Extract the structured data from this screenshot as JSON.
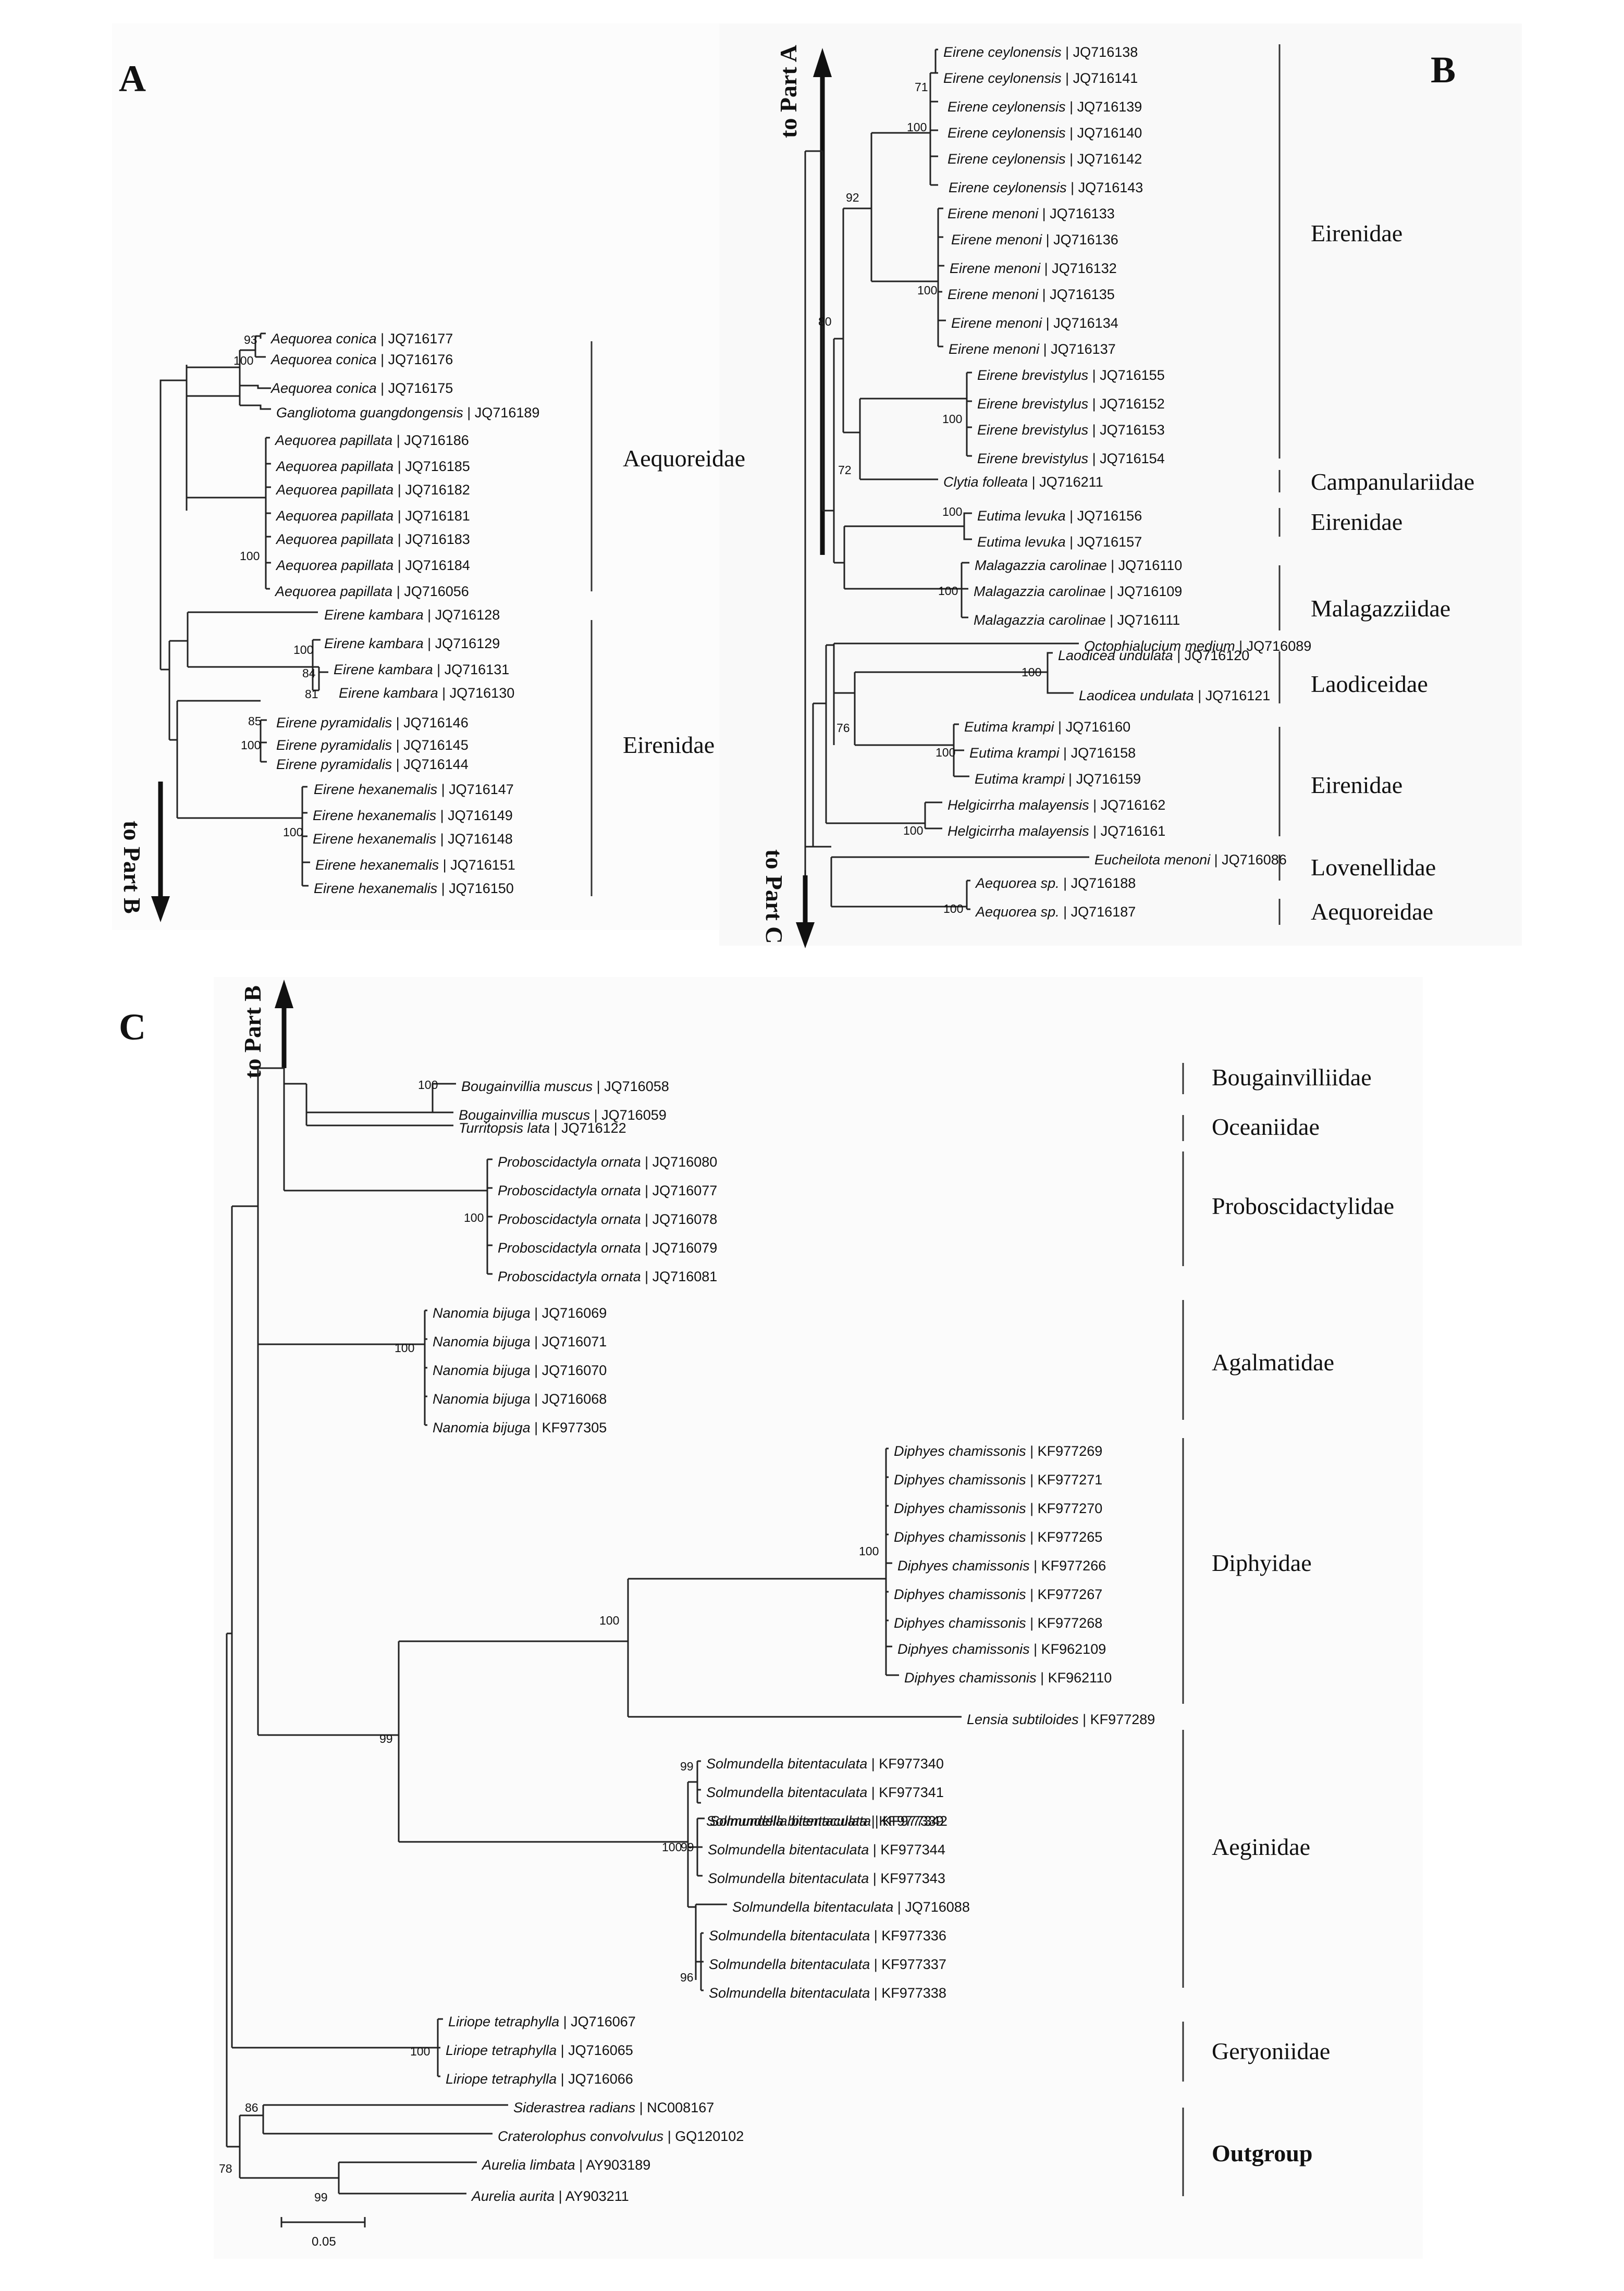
{
  "panels": {
    "A": {
      "label": "A",
      "arrow_label": "to Part B",
      "taxa": [
        {
          "sp": "Aequorea conica",
          "acc": "JQ716177"
        },
        {
          "sp": "Aequorea conica",
          "acc": "JQ716176"
        },
        {
          "sp": "Aequorea conica",
          "acc": "JQ716175"
        },
        {
          "sp": "Gangliotoma guangdongensis",
          "acc": "JQ716189"
        },
        {
          "sp": "Aequorea papillata",
          "acc": "JQ716186"
        },
        {
          "sp": "Aequorea papillata",
          "acc": "JQ716185"
        },
        {
          "sp": "Aequorea papillata",
          "acc": "JQ716182"
        },
        {
          "sp": "Aequorea papillata",
          "acc": "JQ716181"
        },
        {
          "sp": "Aequorea papillata",
          "acc": "JQ716183"
        },
        {
          "sp": "Aequorea papillata",
          "acc": "JQ716184"
        },
        {
          "sp": "Aequorea papillata",
          "acc": "JQ716056"
        },
        {
          "sp": "Eirene kambara",
          "acc": "JQ716128"
        },
        {
          "sp": "Eirene kambara",
          "acc": "JQ716129"
        },
        {
          "sp": "Eirene kambara",
          "acc": "JQ716131"
        },
        {
          "sp": "Eirene kambara",
          "acc": "JQ716130"
        },
        {
          "sp": "Eirene pyramidalis",
          "acc": "JQ716146"
        },
        {
          "sp": "Eirene pyramidalis",
          "acc": "JQ716145"
        },
        {
          "sp": "Eirene pyramidalis",
          "acc": "JQ716144"
        },
        {
          "sp": "Eirene hexanemalis",
          "acc": "JQ716147"
        },
        {
          "sp": "Eirene hexanemalis",
          "acc": "JQ716149"
        },
        {
          "sp": "Eirene hexanemalis",
          "acc": "JQ716148"
        },
        {
          "sp": "Eirene hexanemalis",
          "acc": "JQ716151"
        },
        {
          "sp": "Eirene hexanemalis",
          "acc": "JQ716150"
        }
      ],
      "bootstraps": [
        "93",
        "100",
        "100",
        "100",
        "84",
        "81",
        "85",
        "100",
        "100"
      ],
      "families": [
        "Aequoreidae",
        "Eirenidae"
      ]
    },
    "B": {
      "label": "B",
      "arrow_up_label": "to Part A",
      "arrow_down_label": "to Part C",
      "taxa": [
        {
          "sp": "Eirene ceylonensis",
          "acc": "JQ716138"
        },
        {
          "sp": "Eirene ceylonensis",
          "acc": "JQ716141"
        },
        {
          "sp": "Eirene ceylonensis",
          "acc": "JQ716139"
        },
        {
          "sp": "Eirene ceylonensis",
          "acc": "JQ716140"
        },
        {
          "sp": "Eirene ceylonensis",
          "acc": "JQ716142"
        },
        {
          "sp": "Eirene ceylonensis",
          "acc": "JQ716143"
        },
        {
          "sp": "Eirene menoni",
          "acc": "JQ716133"
        },
        {
          "sp": "Eirene menoni",
          "acc": "JQ716136"
        },
        {
          "sp": "Eirene menoni",
          "acc": "JQ716132"
        },
        {
          "sp": "Eirene menoni",
          "acc": "JQ716135"
        },
        {
          "sp": "Eirene menoni",
          "acc": "JQ716134"
        },
        {
          "sp": "Eirene menoni",
          "acc": "JQ716137"
        },
        {
          "sp": "Eirene brevistylus",
          "acc": "JQ716155"
        },
        {
          "sp": "Eirene brevistylus",
          "acc": "JQ716152"
        },
        {
          "sp": "Eirene brevistylus",
          "acc": "JQ716153"
        },
        {
          "sp": "Eirene brevistylus",
          "acc": "JQ716154"
        },
        {
          "sp": "Clytia folleata",
          "acc": "JQ716211"
        },
        {
          "sp": "Eutima levuka",
          "acc": "JQ716156"
        },
        {
          "sp": "Eutima levuka",
          "acc": "JQ716157"
        },
        {
          "sp": "Malagazzia carolinae",
          "acc": "JQ716110"
        },
        {
          "sp": "Malagazzia carolinae",
          "acc": "JQ716109"
        },
        {
          "sp": "Malagazzia carolinae",
          "acc": "JQ716111"
        },
        {
          "sp": "Octophialucium medium",
          "acc": "JQ716089"
        },
        {
          "sp": "Laodicea undulata",
          "acc": "JQ716120"
        },
        {
          "sp": "Laodicea undulata",
          "acc": "JQ716121"
        },
        {
          "sp": "Eutima krampi",
          "acc": "JQ716160"
        },
        {
          "sp": "Eutima krampi",
          "acc": "JQ716158"
        },
        {
          "sp": "Eutima krampi",
          "acc": "JQ716159"
        },
        {
          "sp": "Helgicirrha malayensis",
          "acc": "JQ716162"
        },
        {
          "sp": "Helgicirrha malayensis",
          "acc": "JQ716161"
        },
        {
          "sp": "Eucheilota menoni",
          "acc": "JQ716086"
        },
        {
          "sp": "Aequorea sp.",
          "acc": "JQ716188"
        },
        {
          "sp": "Aequorea sp.",
          "acc": "JQ716187"
        }
      ],
      "bootstraps": [
        "71",
        "100",
        "92",
        "100",
        "80",
        "100",
        "72",
        "100",
        "100",
        "100",
        "76",
        "100",
        "100",
        "100"
      ],
      "families": [
        "Eirenidae",
        "Campanulariidae",
        "Eirenidae",
        "Malagazziidae",
        "Laodiceidae",
        "Eirenidae",
        "Lovenellidae",
        "Aequoreidae"
      ]
    },
    "C": {
      "label": "C",
      "arrow_label": "to Part B",
      "taxa": [
        {
          "sp": "Bougainvillia muscus",
          "acc": "JQ716058"
        },
        {
          "sp": "Bougainvillia muscus",
          "acc": "JQ716059"
        },
        {
          "sp": "Turritopsis lata",
          "acc": "JQ716122"
        },
        {
          "sp": "Proboscidactyla ornata",
          "acc": "JQ716080"
        },
        {
          "sp": "Proboscidactyla ornata",
          "acc": "JQ716077"
        },
        {
          "sp": "Proboscidactyla ornata",
          "acc": "JQ716078"
        },
        {
          "sp": "Proboscidactyla ornata",
          "acc": "JQ716079"
        },
        {
          "sp": "Proboscidactyla ornata",
          "acc": "JQ716081"
        },
        {
          "sp": "Nanomia bijuga",
          "acc": "JQ716069"
        },
        {
          "sp": "Nanomia bijuga",
          "acc": "JQ716071"
        },
        {
          "sp": "Nanomia bijuga",
          "acc": "JQ716070"
        },
        {
          "sp": "Nanomia bijuga",
          "acc": "JQ716068"
        },
        {
          "sp": "Nanomia bijuga",
          "acc": "KF977305"
        },
        {
          "sp": "Diphyes chamissonis",
          "acc": "KF977269"
        },
        {
          "sp": "Diphyes chamissonis",
          "acc": "KF977271"
        },
        {
          "sp": "Diphyes chamissonis",
          "acc": "KF977270"
        },
        {
          "sp": "Diphyes chamissonis",
          "acc": "KF977265"
        },
        {
          "sp": "Diphyes chamissonis",
          "acc": "KF977266"
        },
        {
          "sp": "Diphyes chamissonis",
          "acc": "KF977267"
        },
        {
          "sp": "Diphyes chamissonis",
          "acc": "KF977268"
        },
        {
          "sp": "Diphyes chamissonis",
          "acc": "KF962109"
        },
        {
          "sp": "Diphyes chamissonis",
          "acc": "KF962110"
        },
        {
          "sp": "Lensia subtiloides",
          "acc": "KF977289"
        },
        {
          "sp": "Solmundella bitentaculata",
          "acc": "KF977340"
        },
        {
          "sp": "Solmundella bitentaculata",
          "acc": "KF977341"
        },
        {
          "sp": "Solmundella bitentaculata",
          "acc": "KF977339"
        },
        {
          "sp": "Solmundella bitentaculata",
          "acc": "KF977342"
        },
        {
          "sp": "Solmundella bitentaculata",
          "acc": "KF977344"
        },
        {
          "sp": "Solmundella bitentaculata",
          "acc": "KF977343"
        },
        {
          "sp": "Solmundella bitentaculata",
          "acc": "JQ716088"
        },
        {
          "sp": "Solmundella bitentaculata",
          "acc": "KF977336"
        },
        {
          "sp": "Solmundella bitentaculata",
          "acc": "KF977337"
        },
        {
          "sp": "Solmundella bitentaculata",
          "acc": "KF977338"
        },
        {
          "sp": "Liriope tetraphylla",
          "acc": "JQ716067"
        },
        {
          "sp": "Liriope tetraphylla",
          "acc": "JQ716065"
        },
        {
          "sp": "Liriope tetraphylla",
          "acc": "JQ716066"
        },
        {
          "sp": "Siderastrea radians",
          "acc": "NC008167"
        },
        {
          "sp": "Craterolophus convolvulus",
          "acc": "GQ120102"
        },
        {
          "sp": "Aurelia limbata",
          "acc": "AY903189"
        },
        {
          "sp": "Aurelia aurita",
          "acc": "AY903211"
        }
      ],
      "bootstraps": [
        "100",
        "100",
        "100",
        "100",
        "100",
        "99",
        "99",
        "100",
        "99",
        "96",
        "100",
        "86",
        "78",
        "99"
      ],
      "families": [
        "Bougainvilliidae",
        "Oceaniidae",
        "Proboscidactylidae",
        "Agalmatidae",
        "Diphyidae",
        "Aeginidae",
        "Geryoniidae",
        "Outgroup"
      ],
      "scale_label": "0.05"
    }
  }
}
